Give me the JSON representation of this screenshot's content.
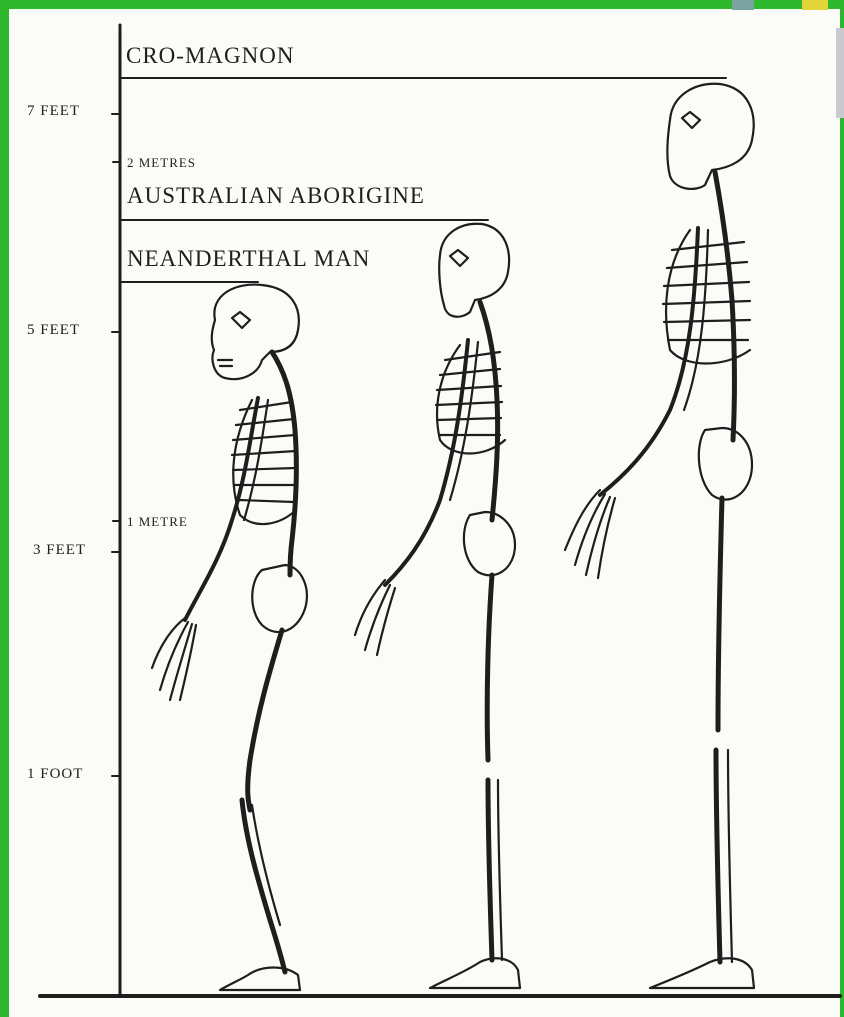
{
  "scale": {
    "feet_7": "7 FEET",
    "feet_5": "5 FEET",
    "feet_3": "3 FEET",
    "foot_1": "1 FOOT",
    "metres_2": "2 METRES",
    "metre_1": "1 METRE"
  },
  "groups": {
    "cro_magnon": "CRO-MAGNON",
    "australian_aborigine": "AUSTRALIAN ABORIGINE",
    "neanderthal": "NEANDERTHAL MAN"
  },
  "colors": {
    "border": "#2db82d",
    "paper": "#fbfbf8",
    "ink": "#1e1e1e"
  }
}
